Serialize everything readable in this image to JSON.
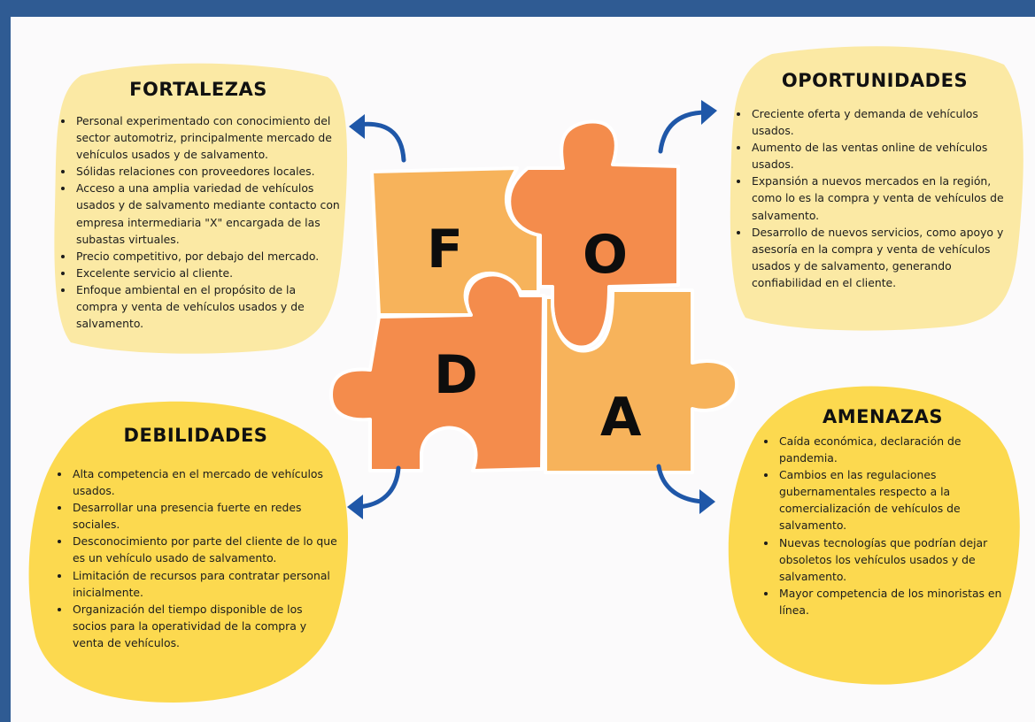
{
  "colors": {
    "frame": "#2f5b93",
    "background": "#fbfafb",
    "blob_pale": "#fbe9a4",
    "blob_bright": "#fcd94f",
    "piece_light": "#f7b35b",
    "piece_dark": "#f48c4c",
    "arrow": "#1f57a8"
  },
  "puzzle": {
    "letters": {
      "f": "F",
      "o": "O",
      "d": "D",
      "a": "A"
    }
  },
  "fortalezas": {
    "title": "FORTALEZAS",
    "items": [
      "Personal experimentado con conocimiento del sector automotriz, principalmente mercado de vehículos usados y de salvamento.",
      "Sólidas relaciones con proveedores locales.",
      "Acceso a una amplia variedad de vehículos usados y de salvamento mediante contacto con empresa intermediaria \"X\" encargada de las subastas virtuales.",
      "Precio competitivo, por debajo del mercado.",
      "Excelente servicio al cliente.",
      "Enfoque ambiental en el propósito de la compra y venta de vehículos usados y de salvamento."
    ]
  },
  "oportunidades": {
    "title": "OPORTUNIDADES",
    "items": [
      "Creciente oferta y demanda de vehículos usados.",
      "Aumento de las ventas online de vehículos usados.",
      "Expansión a nuevos mercados en la región, como lo es la compra y venta de vehículos de salvamento.",
      "Desarrollo de nuevos servicios, como apoyo y asesoría en la compra y venta de vehículos usados y de salvamento, generando confiabilidad en el cliente."
    ]
  },
  "debilidades": {
    "title": "DEBILIDADES",
    "items": [
      "Alta competencia en el mercado de vehículos usados.",
      "Desarrollar una presencia fuerte en redes sociales.",
      "Desconocimiento por parte del cliente de lo que es un vehículo usado de salvamento.",
      "Limitación de recursos para contratar personal inicialmente.",
      "Organización del tiempo disponible de los socios para la operatividad de la compra y venta de vehículos."
    ]
  },
  "amenazas": {
    "title": "AMENAZAS",
    "items": [
      "Caída económica, declaración de pandemia.",
      "Cambios en las regulaciones gubernamentales respecto a la comercialización de vehículos de salvamento.",
      "Nuevas tecnologías que podrían dejar obsoletos los vehículos usados y de salvamento.",
      "Mayor competencia de los minoristas en línea."
    ]
  }
}
